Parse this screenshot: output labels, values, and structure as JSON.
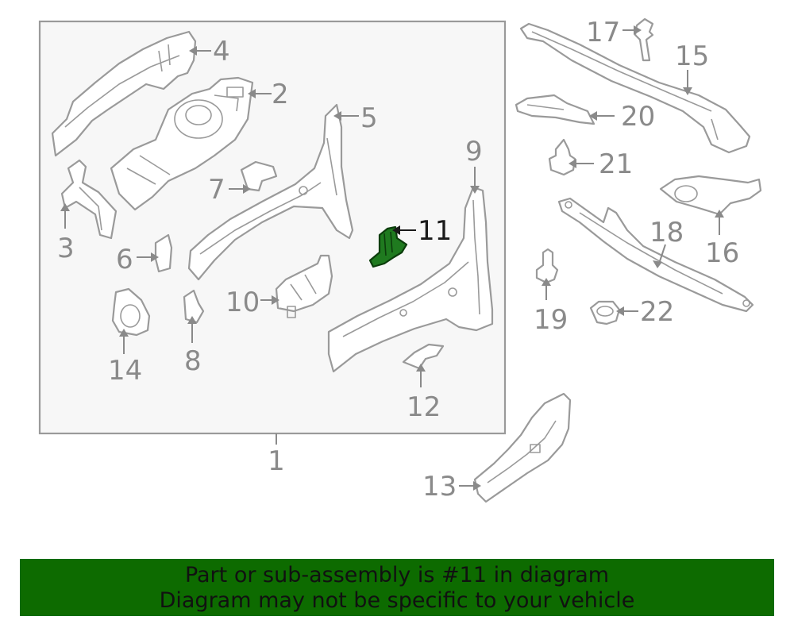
{
  "diagram": {
    "highlight_color": "#1f7a1f",
    "callouts": {
      "c1": "1",
      "c2": "2",
      "c3": "3",
      "c4": "4",
      "c5": "5",
      "c6": "6",
      "c7": "7",
      "c8": "8",
      "c9": "9",
      "c10": "10",
      "c11": "11",
      "c12": "12",
      "c13": "13",
      "c14": "14",
      "c15": "15",
      "c16": "16",
      "c17": "17",
      "c18": "18",
      "c19": "19",
      "c20": "20",
      "c21": "21",
      "c22": "22"
    }
  },
  "footer": {
    "line1": "Part or sub-assembly is #11 in diagram",
    "line2": "Diagram may not be specific to your vehicle",
    "background": "#0d6b00"
  }
}
